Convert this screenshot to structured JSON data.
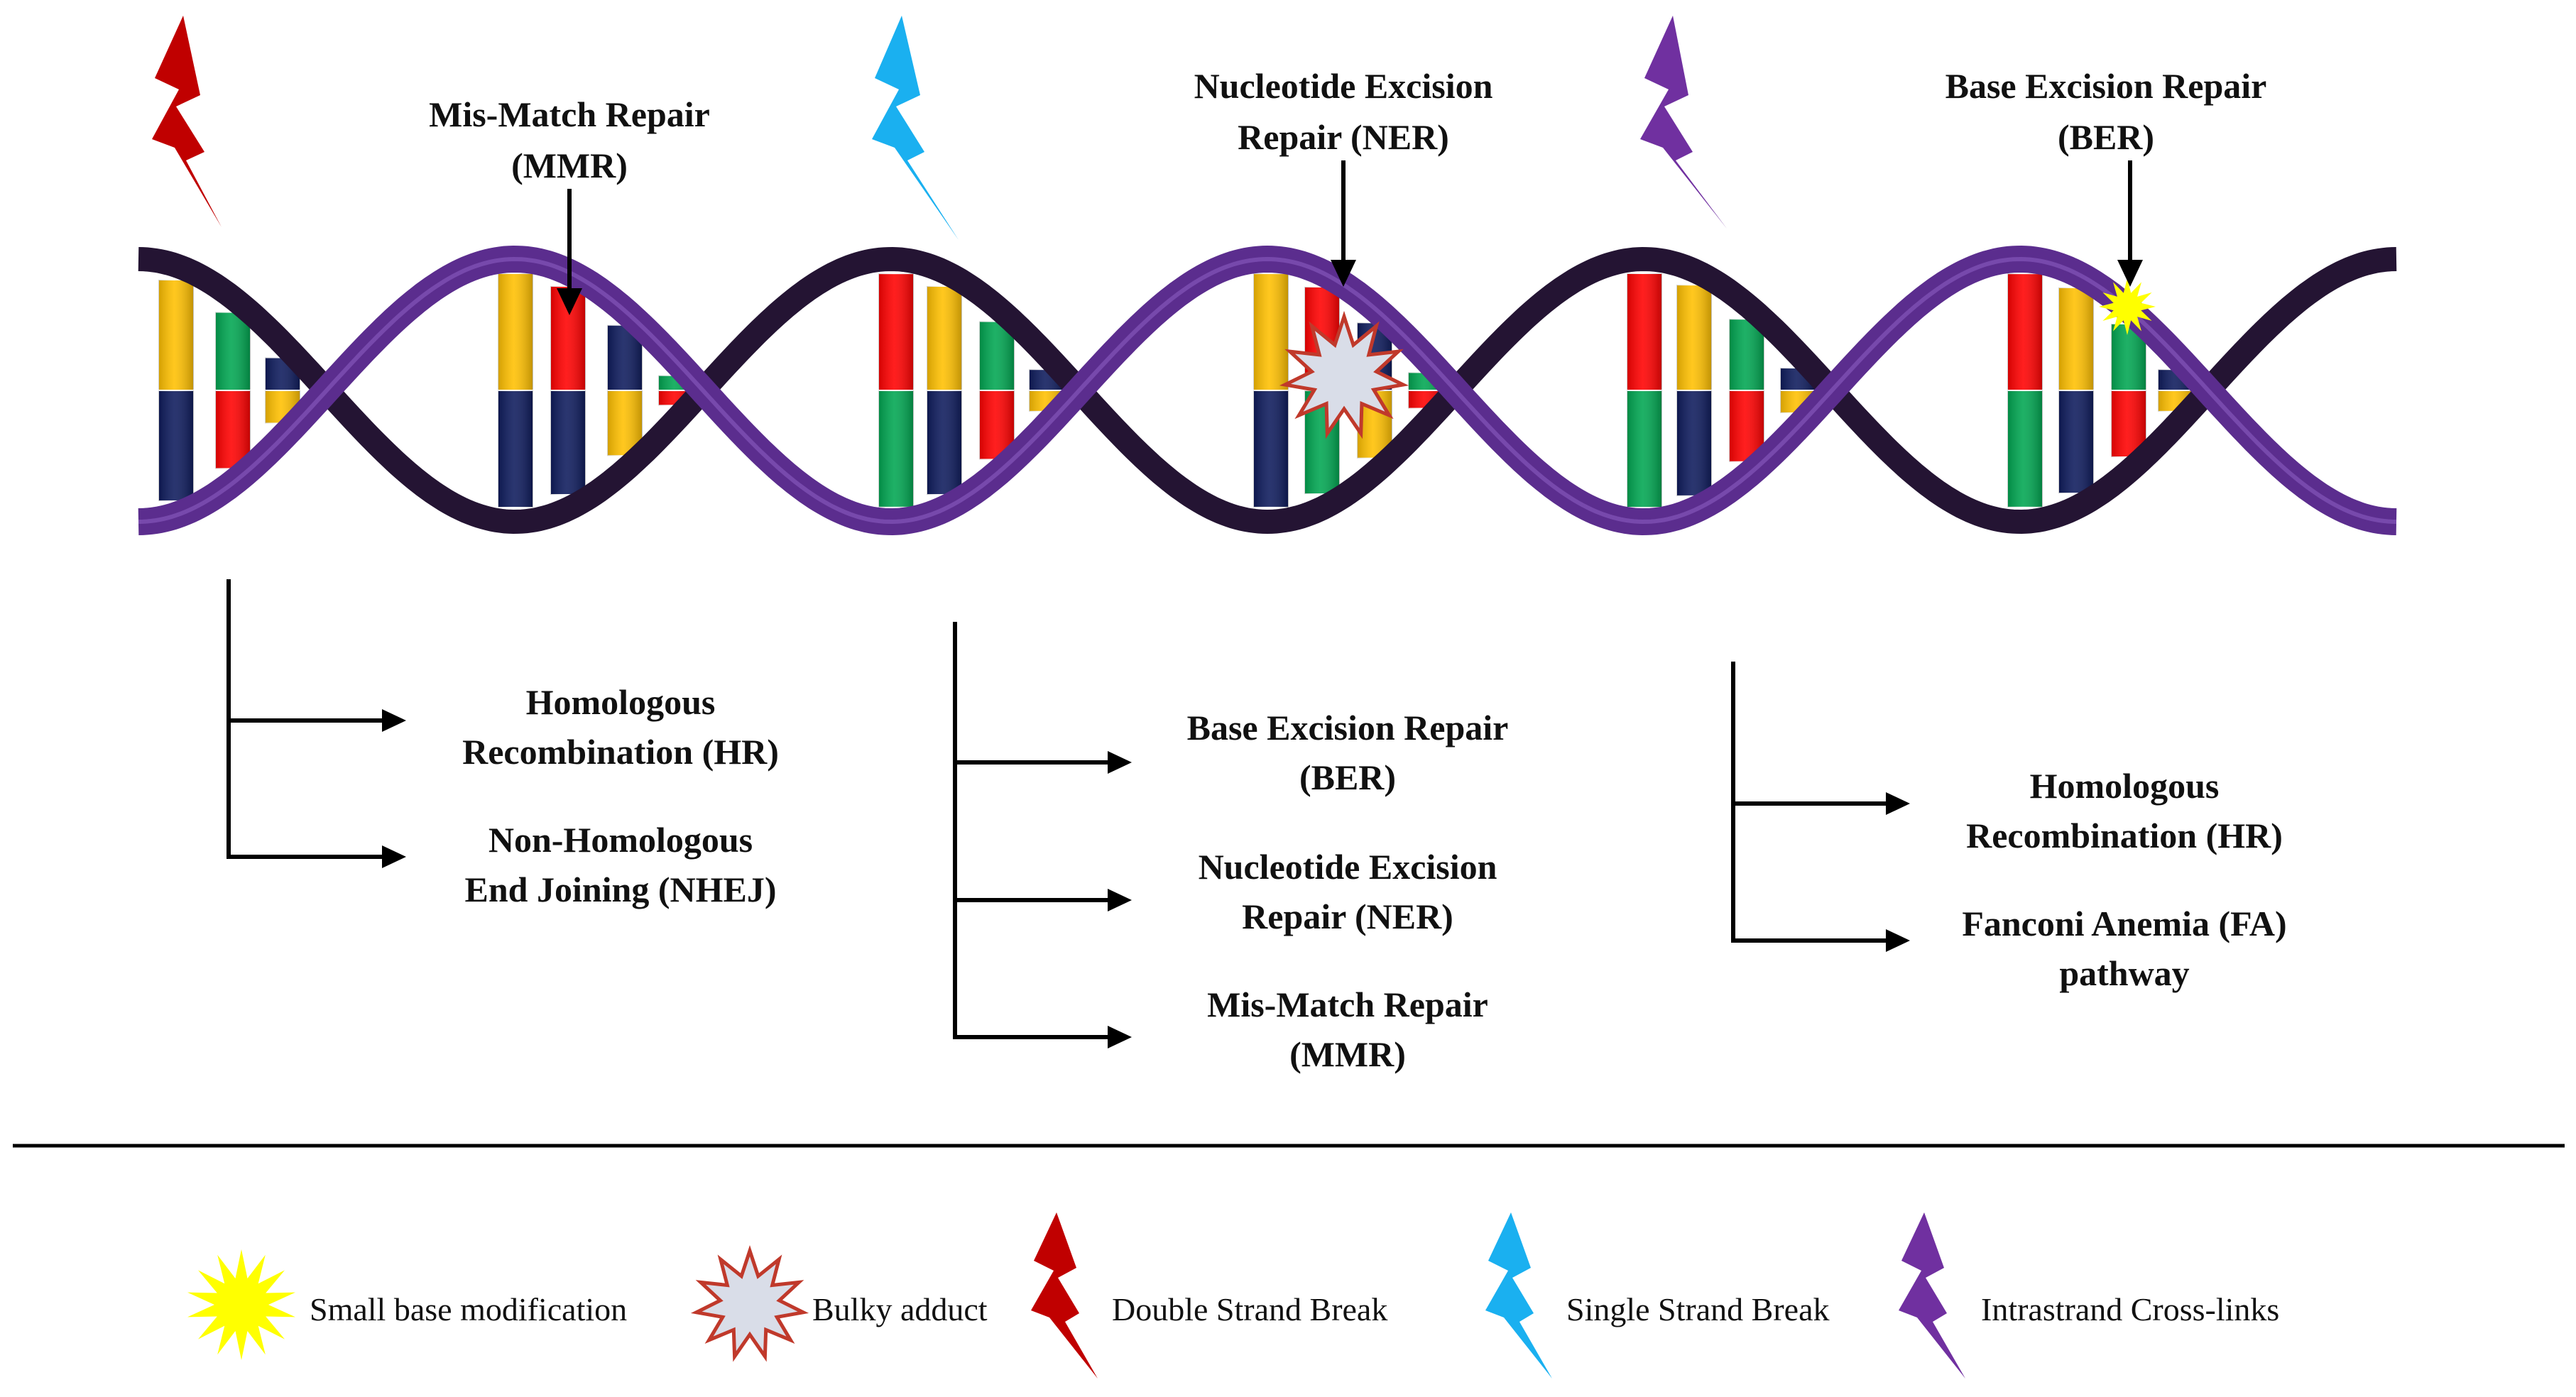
{
  "top_labels": {
    "mmr": [
      "Mis-Match Repair",
      "(MMR)"
    ],
    "ner": [
      "Nucleotide Excision",
      "Repair (NER)"
    ],
    "ber": [
      "Base Excision Repair",
      "(BER)"
    ]
  },
  "pathways": {
    "double_strand_break": [
      [
        "Homologous",
        "Recombination (HR)"
      ],
      [
        "Non-Homologous",
        "End Joining (NHEJ)"
      ]
    ],
    "single_strand_break": [
      [
        "Base Excision Repair",
        "(BER)"
      ],
      [
        "Nucleotide Excision",
        "Repair (NER)"
      ],
      [
        "Mis-Match Repair",
        "(MMR)"
      ]
    ],
    "intrastrand_crosslinks": [
      [
        "Homologous",
        "Recombination (HR)"
      ],
      [
        "Fanconi Anemia (FA)",
        "pathway"
      ]
    ]
  },
  "legend": {
    "small_base": "Small base modification",
    "bulky": "Bulky adduct",
    "dsb": "Double Strand Break",
    "ssb": "Single Strand Break",
    "icl": "Intrastrand Cross-links"
  },
  "colors": {
    "backbone_front": "#5b2d8e",
    "backbone_back": "#241433",
    "base_yellow": "#ffc000",
    "base_red": "#ff0000",
    "base_green": "#00a651",
    "base_navy": "#0d1a5c",
    "bolt_red": "#c00000",
    "bolt_blue": "#1ab0f0",
    "bolt_purple": "#7030a0",
    "small_base": "#ffff00",
    "bulky_fill": "#d9dde8",
    "bulky_stroke": "#c0392b"
  }
}
